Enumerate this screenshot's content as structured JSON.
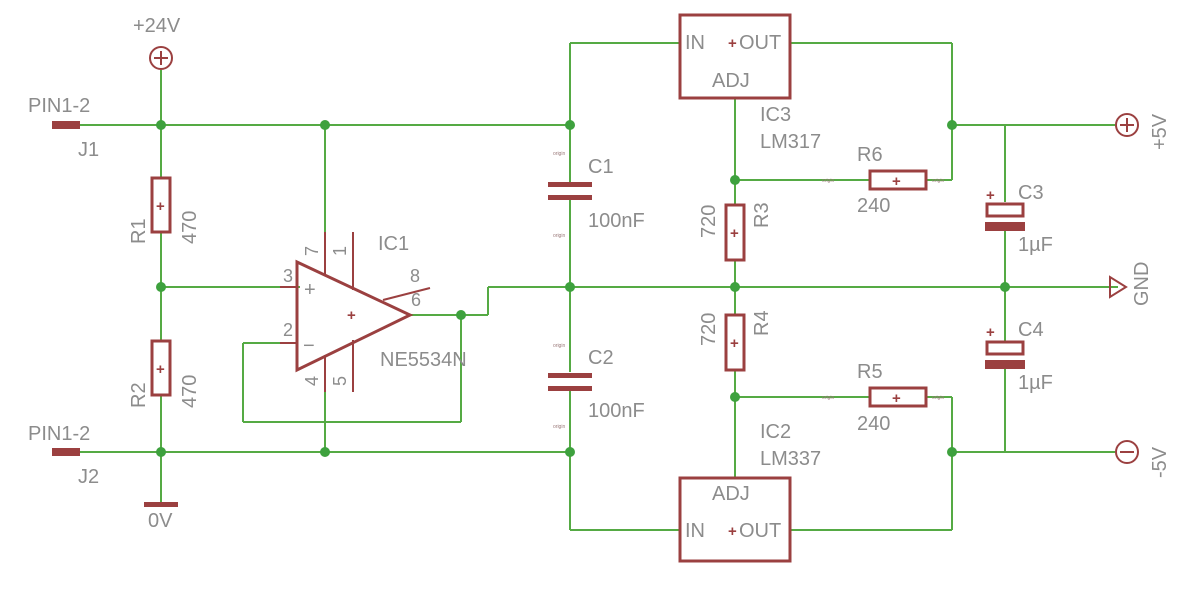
{
  "power": {
    "vplus24": "+24V",
    "ground0": "0V",
    "plus5": "+5V",
    "minus5": "-5V",
    "gnd": "GND"
  },
  "connectors": [
    {
      "value": "PIN1-2",
      "name": "J1"
    },
    {
      "value": "PIN1-2",
      "name": "J2"
    }
  ],
  "resistors": {
    "r1": {
      "name": "R1",
      "value": "470"
    },
    "r2": {
      "name": "R2",
      "value": "470"
    },
    "r3": {
      "name": "R3",
      "value": "720"
    },
    "r4": {
      "name": "R4",
      "value": "720"
    },
    "r5": {
      "name": "R5",
      "value": "240"
    },
    "r6": {
      "name": "R6",
      "value": "240"
    }
  },
  "capacitors": {
    "c1": {
      "name": "C1",
      "value": "100nF"
    },
    "c2": {
      "name": "C2",
      "value": "100nF"
    },
    "c3": {
      "name": "C3",
      "value": "1µF"
    },
    "c4": {
      "name": "C4",
      "value": "1µF"
    }
  },
  "opamp": {
    "name": "IC1",
    "value": "NE5534N",
    "pins": {
      "p1": "1",
      "p2": "2",
      "p3": "3",
      "p4": "4",
      "p5": "5",
      "p6": "6",
      "p7": "7",
      "p8": "8"
    },
    "in_plus": "+",
    "in_minus": "−"
  },
  "regulators": {
    "ic3": {
      "name": "IC3",
      "value": "LM317",
      "in": "IN",
      "out": "OUT",
      "adj": "ADJ"
    },
    "ic2": {
      "name": "IC2",
      "value": "LM337",
      "in": "IN",
      "out": "OUT",
      "adj": "ADJ"
    }
  },
  "symbols": {
    "plus": "+",
    "minus": "−"
  }
}
